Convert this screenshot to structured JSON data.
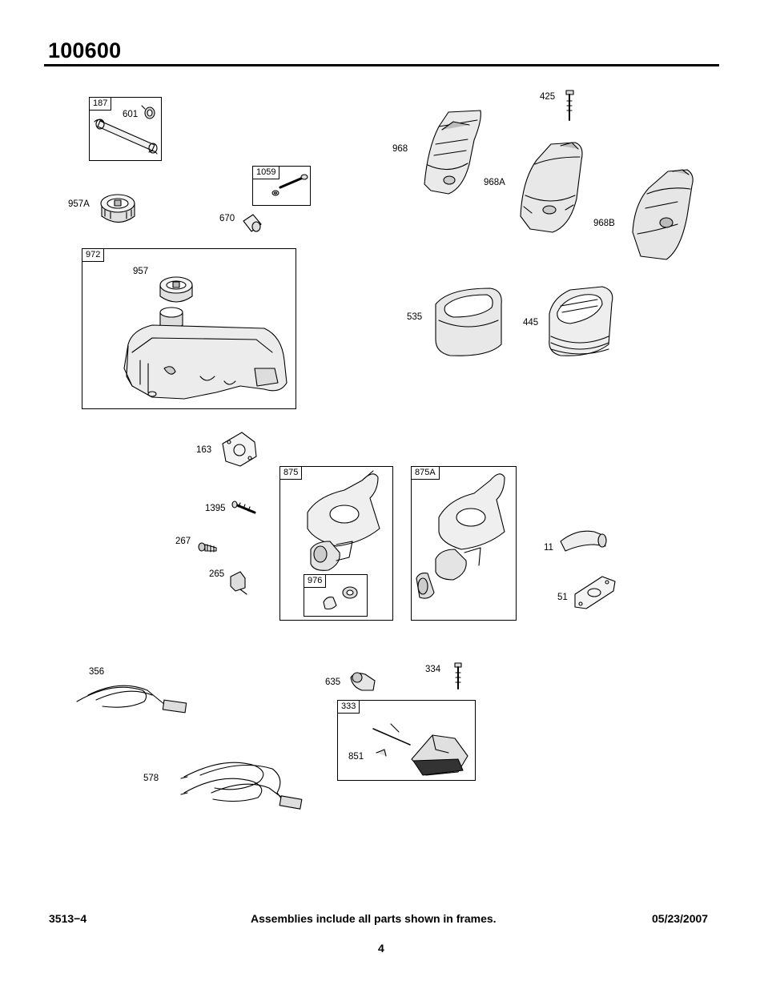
{
  "page": {
    "title": "100600",
    "footer_left": "3513−4",
    "footer_center": "Assemblies include all parts shown in frames.",
    "footer_right": "05/23/2007",
    "page_number": "4"
  },
  "frames": {
    "f187": "187",
    "f1059": "1059",
    "f972": "972",
    "f875": "875",
    "f976": "976",
    "f875a": "875A",
    "f333": "333"
  },
  "parts": {
    "p601": "601",
    "p957a": "957A",
    "p670": "670",
    "p957": "957",
    "p968": "968",
    "p425": "425",
    "p968a": "968A",
    "p968b": "968B",
    "p535": "535",
    "p445": "445",
    "p163": "163",
    "p1395": "1395",
    "p267": "267",
    "p265": "265",
    "p11": "11",
    "p51": "51",
    "p356": "356",
    "p578": "578",
    "p635": "635",
    "p334": "334",
    "p851": "851"
  }
}
